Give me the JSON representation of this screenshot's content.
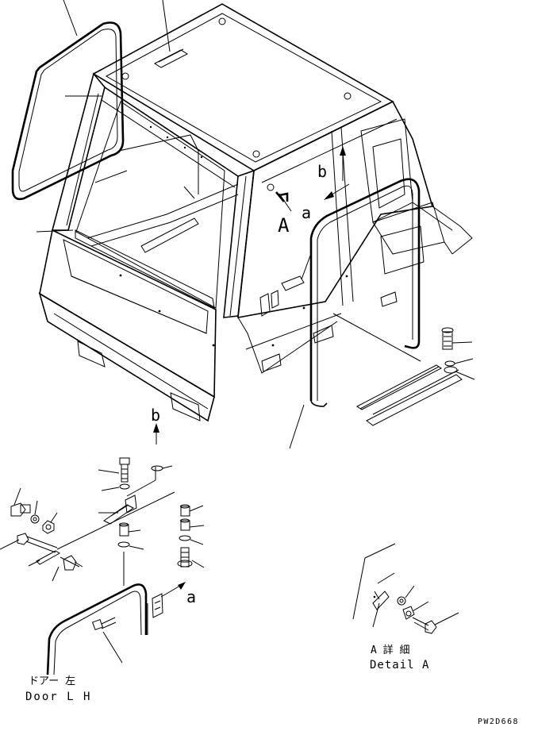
{
  "drawing": {
    "code": "PW2D668",
    "view_labels": {
      "view_a": "A",
      "arrow_a_main": "a",
      "arrow_a_lower": "a",
      "arrow_b_main": "b",
      "arrow_b_lower": "b"
    },
    "detail": {
      "title_jp": "A 詳 細",
      "title_en": "Detail A"
    },
    "door": {
      "title_jp": "ドアー 左",
      "title_en": "Door L H"
    }
  },
  "colors": {
    "ink": "#000000",
    "paper": "#ffffff"
  }
}
